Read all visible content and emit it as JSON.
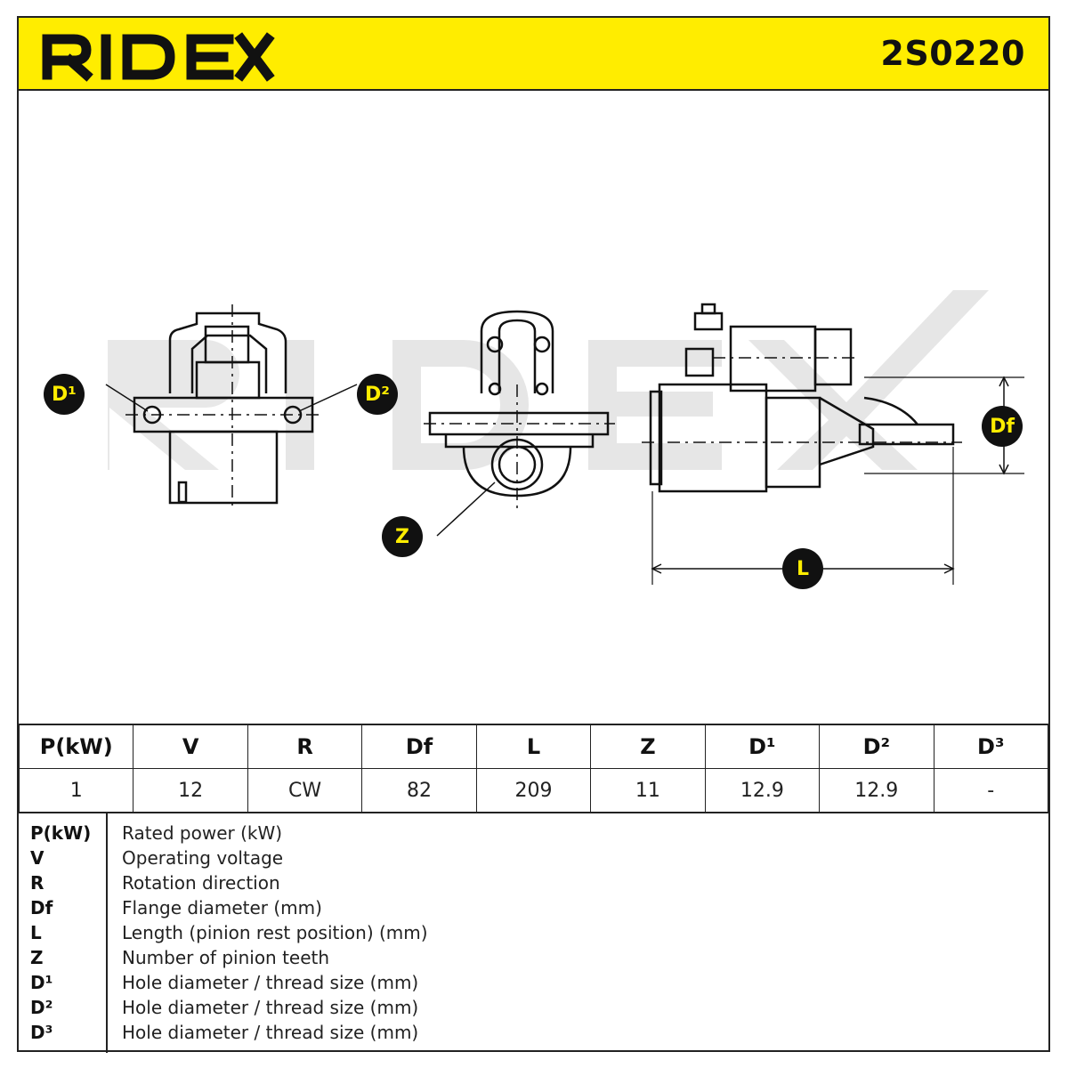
{
  "header": {
    "brand": "RIDEX",
    "part_number": "2S0220",
    "accent_color": "#ffed00"
  },
  "drawing": {
    "watermark": "RIDEX",
    "callouts": {
      "d1": "D¹",
      "d2": "D²",
      "z": "Z",
      "df": "Df",
      "l": "L"
    }
  },
  "spec_table": {
    "headers": [
      "P(kW)",
      "V",
      "R",
      "Df",
      "L",
      "Z",
      "D¹",
      "D²",
      "D³"
    ],
    "values": [
      "1",
      "12",
      "CW",
      "82",
      "209",
      "11",
      "12.9",
      "12.9",
      "-"
    ]
  },
  "legend": [
    {
      "key": "P(kW)",
      "desc": "Rated power (kW)"
    },
    {
      "key": "V",
      "desc": "Operating voltage"
    },
    {
      "key": "R",
      "desc": "Rotation direction"
    },
    {
      "key": "Df",
      "desc": "Flange diameter (mm)"
    },
    {
      "key": "L",
      "desc": "Length (pinion rest position) (mm)"
    },
    {
      "key": "Z",
      "desc": "Number of pinion teeth"
    },
    {
      "key": "D¹",
      "desc": "Hole diameter / thread size (mm)"
    },
    {
      "key": "D²",
      "desc": "Hole diameter / thread size (mm)"
    },
    {
      "key": "D³",
      "desc": "Hole diameter / thread size (mm)"
    }
  ]
}
